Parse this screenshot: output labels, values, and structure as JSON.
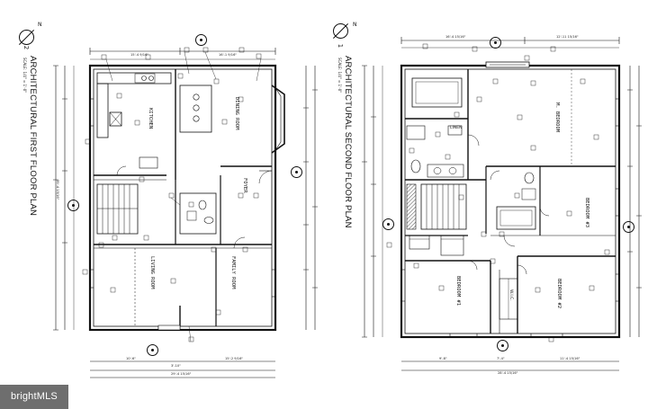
{
  "first_floor": {
    "title": "ARCHITECTURAL FIRST FLOOR PLAN",
    "scale": "SCALE: 1/4\" = 1'-0\"",
    "bubble_number": "2",
    "rooms": {
      "kitchen": "KITCHEN",
      "dining": "DINING ROOM",
      "foyer": "FOYER",
      "living": "LIVING ROOM",
      "family": "FAMILY ROOM"
    },
    "dims": {
      "top_left": "15'-4 9/16\"",
      "top_right": "16'-1 9/16\"",
      "bottom_left": "10'-6\"",
      "bottom_mid": "3'-10\"",
      "bottom_right": "15'-2 9/16\"",
      "bottom_total": "29'-4 15/16\"",
      "left_total": "39'-4 15/16\""
    }
  },
  "second_floor": {
    "title": "ARCHITECTURAL SECOND FLOOR PLAN",
    "scale": "SCALE: 1/4\" = 1'-0\"",
    "bubble_number": "1",
    "rooms": {
      "master": "M. BEDROOM",
      "bedroom3": "BEDROOM #3",
      "bedroom1": "BEDROOM #1",
      "bedroom2": "BEDROOM #2",
      "linen": "LINEN",
      "wic": "W.I.C."
    },
    "dims": {
      "top_left": "16'-4 15/16\"",
      "top_right": "12'-11 15/16\"",
      "bottom_left": "9'-8\"",
      "bottom_mid": "7'-4\"",
      "bottom_right": "11'-4 15/16\"",
      "bottom_total": "28'-4 15/16\""
    }
  },
  "north_label": "N",
  "brand": "brightMLS"
}
